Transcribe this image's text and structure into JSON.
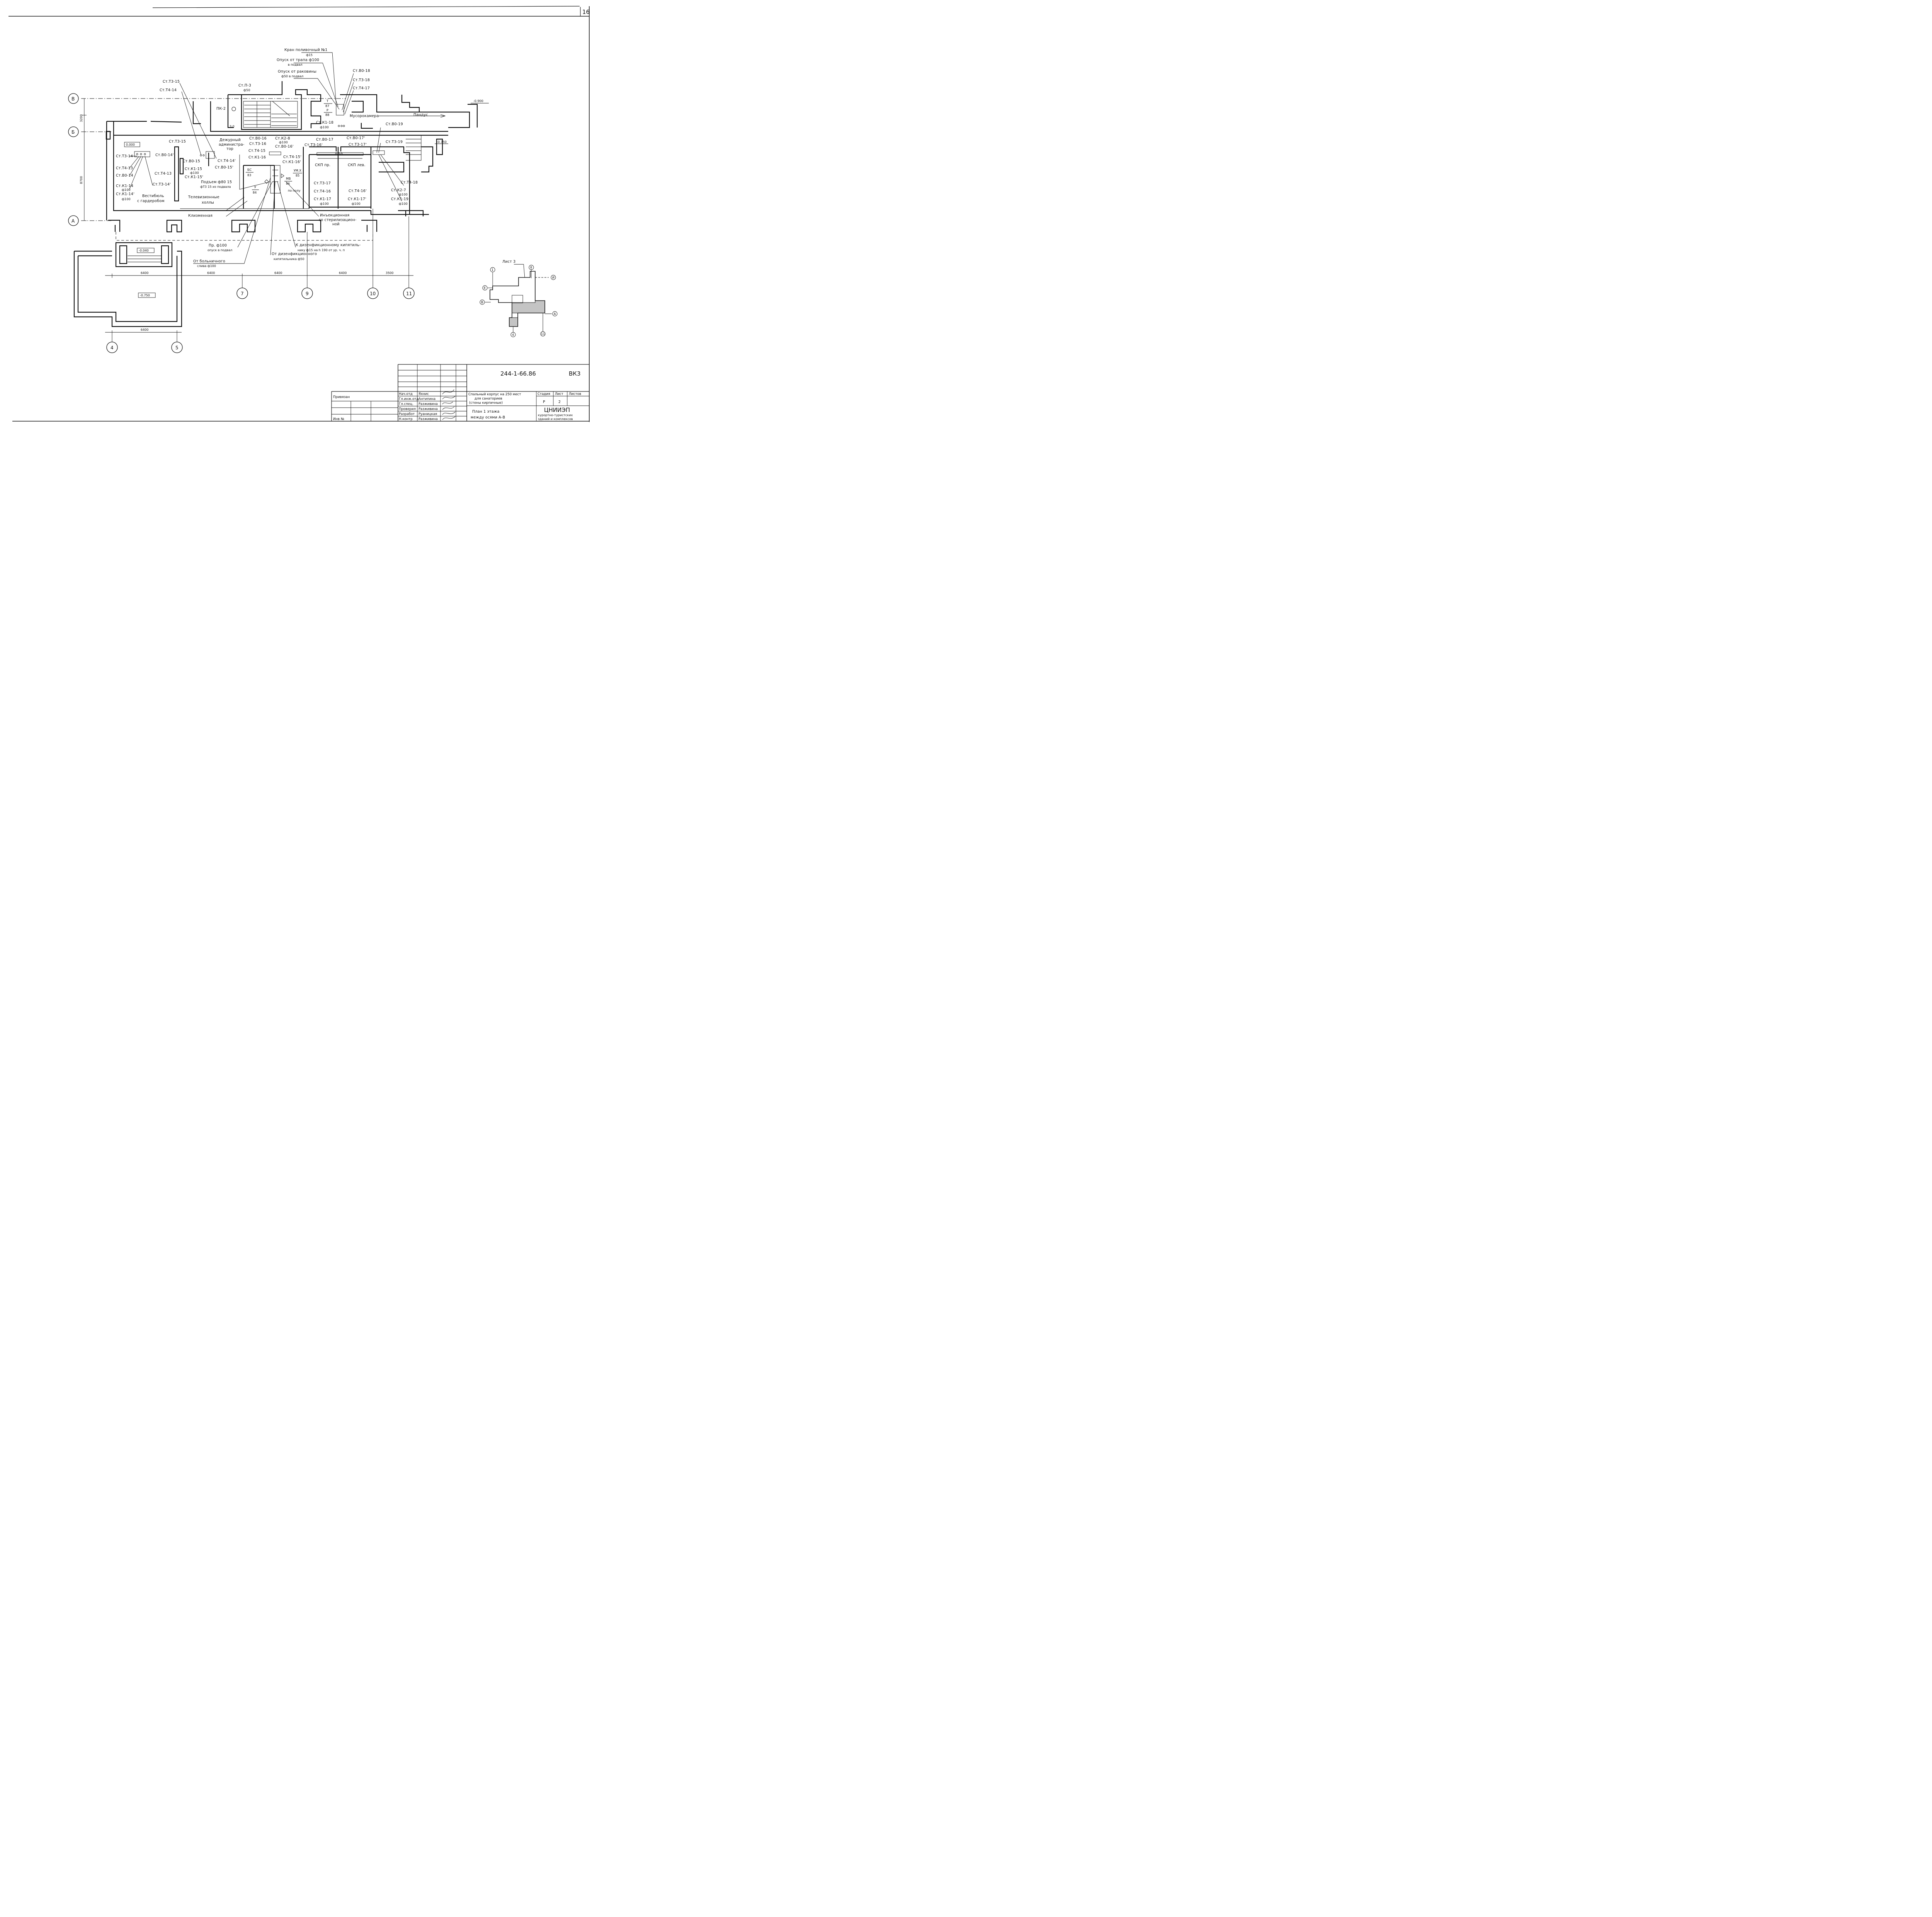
{
  "sheet": {
    "page_number": "16",
    "drawing_code": "244-1-66.86",
    "mark": "ВК3"
  },
  "axes": {
    "rows": [
      {
        "id": "row-v",
        "label": "В"
      },
      {
        "id": "row-b",
        "label": "Б"
      },
      {
        "id": "row-a",
        "label": "А"
      }
    ],
    "columns": [
      {
        "id": "col-4",
        "label": "4"
      },
      {
        "id": "col-5",
        "label": "5"
      },
      {
        "id": "col-7",
        "label": "7"
      },
      {
        "id": "col-9",
        "label": "9"
      },
      {
        "id": "col-10",
        "label": "10"
      },
      {
        "id": "col-11",
        "label": "11"
      }
    ],
    "dims_top": [
      "3200",
      "8700"
    ],
    "dims_bottom": [
      "6400",
      "6400",
      "6400",
      "6400",
      "3500"
    ],
    "dim_lower": "6400"
  },
  "levels": [
    "0.000",
    "-0.900",
    "-0.750",
    "-0.040",
    "-0.750"
  ],
  "rooms": {
    "vestibule_1": "Вестибюль",
    "vestibule_2": "с гардеробом",
    "tv_hall_1": "Телевизионные",
    "tv_hall_2": "холлы",
    "duty_admin_1": "Дежурный",
    "duty_admin_2": "администра-",
    "duty_admin_3": "тор",
    "enema": "Клизменная",
    "injection_1": "Инъекционная",
    "injection_2": "со стерилизацион-",
    "injection_3": "ной",
    "garbage": "Мусорокамера",
    "ramp": "Пандус",
    "skp_right": "СКП пр.",
    "skp_left": "СКП лев.",
    "pk2": "ПК-2"
  },
  "notes": {
    "tap_1": "Кран поливочный №1",
    "tap_2": "ф15",
    "drain_trap_1": "Опуск от трапа ф100",
    "drain_trap_2": "в подвал",
    "drain_sink_1": "Опуск от раковины",
    "drain_sink_2": "ф50 в подвал",
    "riser_basement_1": "Подъем ф80 15",
    "riser_basement_2": "фТ3 15 из подвала",
    "floor": "по полу",
    "pr_1": "Пр. ф100",
    "pr_2": "опуск в подвал",
    "hosp_1": "От больничного",
    "hosp_2": "слива ф100",
    "to_boiler_1": "К дизенфикционному кипятиль-",
    "to_boiler_2": "нику ф15 на h 190 от ур. ч. п",
    "from_boiler_1": "От дизенфикционного",
    "from_boiler_2": "кипятильника ф50",
    "t87": "Т",
    "n87": "87",
    "r88": "Р",
    "n88": "88",
    "bs": "БС",
    "n83": "83",
    "u": "У",
    "n84": "84",
    "umh": "УМ.Х",
    "n85": "85",
    "mv": "МВ",
    "n86": "86",
    "d30": "3.0"
  },
  "risers": [
    {
      "id": "r1",
      "label": "Ст.Т3-15"
    },
    {
      "id": "r2",
      "label": "Ст.Т4-14"
    },
    {
      "id": "r3",
      "label": "Ст.П-3"
    },
    {
      "id": "r4",
      "label": "ф50"
    },
    {
      "id": "r5",
      "label": "Ст.В0-18"
    },
    {
      "id": "r6",
      "label": "Ст.Т3-18"
    },
    {
      "id": "r7",
      "label": "Ст.Т4-17"
    },
    {
      "id": "r8",
      "label": "Ст.К1-18"
    },
    {
      "id": "r9",
      "label": "ф100"
    },
    {
      "id": "r10",
      "label": "Ст.В0-19"
    },
    {
      "id": "r11",
      "label": "Ст.Т3-19"
    },
    {
      "id": "r12",
      "label": "Ст.Т3-15"
    },
    {
      "id": "r13",
      "label": "Ст.Т3-14"
    },
    {
      "id": "r14",
      "label": "Ст.В0-14'"
    },
    {
      "id": "r15",
      "label": "Ст.Т4-13"
    },
    {
      "id": "r16",
      "label": "Ст.В0-14"
    },
    {
      "id": "r17",
      "label": "Ст.Т4-13"
    },
    {
      "id": "r18",
      "label": "Ст.К1-14"
    },
    {
      "id": "r19",
      "label": "ф100"
    },
    {
      "id": "r20",
      "label": "Ст.К1-14'"
    },
    {
      "id": "r21",
      "label": "ф100"
    },
    {
      "id": "r22",
      "label": "Ст.Т3-14'"
    },
    {
      "id": "r23",
      "label": "Ст.В0-15"
    },
    {
      "id": "r24",
      "label": "Ст.К1-15"
    },
    {
      "id": "r25",
      "label": "ф100"
    },
    {
      "id": "r26",
      "label": "Ст.К1-15'"
    },
    {
      "id": "r27",
      "label": "Ст.Т4-14'"
    },
    {
      "id": "r28",
      "label": "Ст.В0-15'"
    },
    {
      "id": "r29",
      "label": "Ст.В0-16"
    },
    {
      "id": "r30",
      "label": "Ст.К2-8"
    },
    {
      "id": "r31",
      "label": "ф100"
    },
    {
      "id": "r32",
      "label": "Ст.Т3-16"
    },
    {
      "id": "r33",
      "label": "Ст.В0-16'"
    },
    {
      "id": "r34",
      "label": "Ст.Т4-15"
    },
    {
      "id": "r35",
      "label": "Ст.Т4-15'"
    },
    {
      "id": "r36",
      "label": "Ст.К1-16"
    },
    {
      "id": "r37",
      "label": "Ст.К1-16'"
    },
    {
      "id": "r38",
      "label": "Ст.Т3-16'"
    },
    {
      "id": "r39",
      "label": "Ст.В0-17"
    },
    {
      "id": "r40",
      "label": "Ст.В0-17'"
    },
    {
      "id": "r41",
      "label": "Ст.Т3-17'"
    },
    {
      "id": "r42",
      "label": "Ст.Т3-17"
    },
    {
      "id": "r43",
      "label": "Ст.Т4-16"
    },
    {
      "id": "r44",
      "label": "Ст.Т4-16'"
    },
    {
      "id": "r45",
      "label": "Ст.К1-17"
    },
    {
      "id": "r46",
      "label": "ф100"
    },
    {
      "id": "r47",
      "label": "Ст.К1-17'"
    },
    {
      "id": "r48",
      "label": "ф100"
    },
    {
      "id": "r49",
      "label": "Ст.Т4-18"
    },
    {
      "id": "r50",
      "label": "Ст.К2-7"
    },
    {
      "id": "r51",
      "label": "ф100"
    },
    {
      "id": "r52",
      "label": "Ст.К1-19"
    },
    {
      "id": "r53",
      "label": "ф100"
    }
  ],
  "keyplan": {
    "title": "Лист 3",
    "labels": [
      "1",
      "8",
      "И",
      "Е",
      "В",
      "А",
      "4",
      "11"
    ]
  },
  "title_block": {
    "privyazan": "Привязан",
    "inv": "Инв №",
    "roles": [
      "Нач.отд",
      "Гл.инж.отд",
      "Гл.спец.",
      "Проверил",
      "Разработ",
      "Н.контр"
    ],
    "names": [
      "Яхнис",
      "Антипина",
      "Разживина",
      "Разживина",
      "Руаницкая",
      "Разживина"
    ],
    "object_1": "Спальный корпус на 250 мест",
    "object_2": "для санаториев",
    "object_3": "(стены кирпичные)",
    "stage_h": "Стадия",
    "sheet_h": "Лист",
    "sheets_h": "Листов",
    "stage": "Р",
    "sheet_no": "2",
    "plan_1": "План 1 этажа",
    "plan_2": "между осями А-В",
    "org": "ЦНИИЭП",
    "org_2": "курортно-туристских",
    "org_3": "зданий и комплексов"
  }
}
